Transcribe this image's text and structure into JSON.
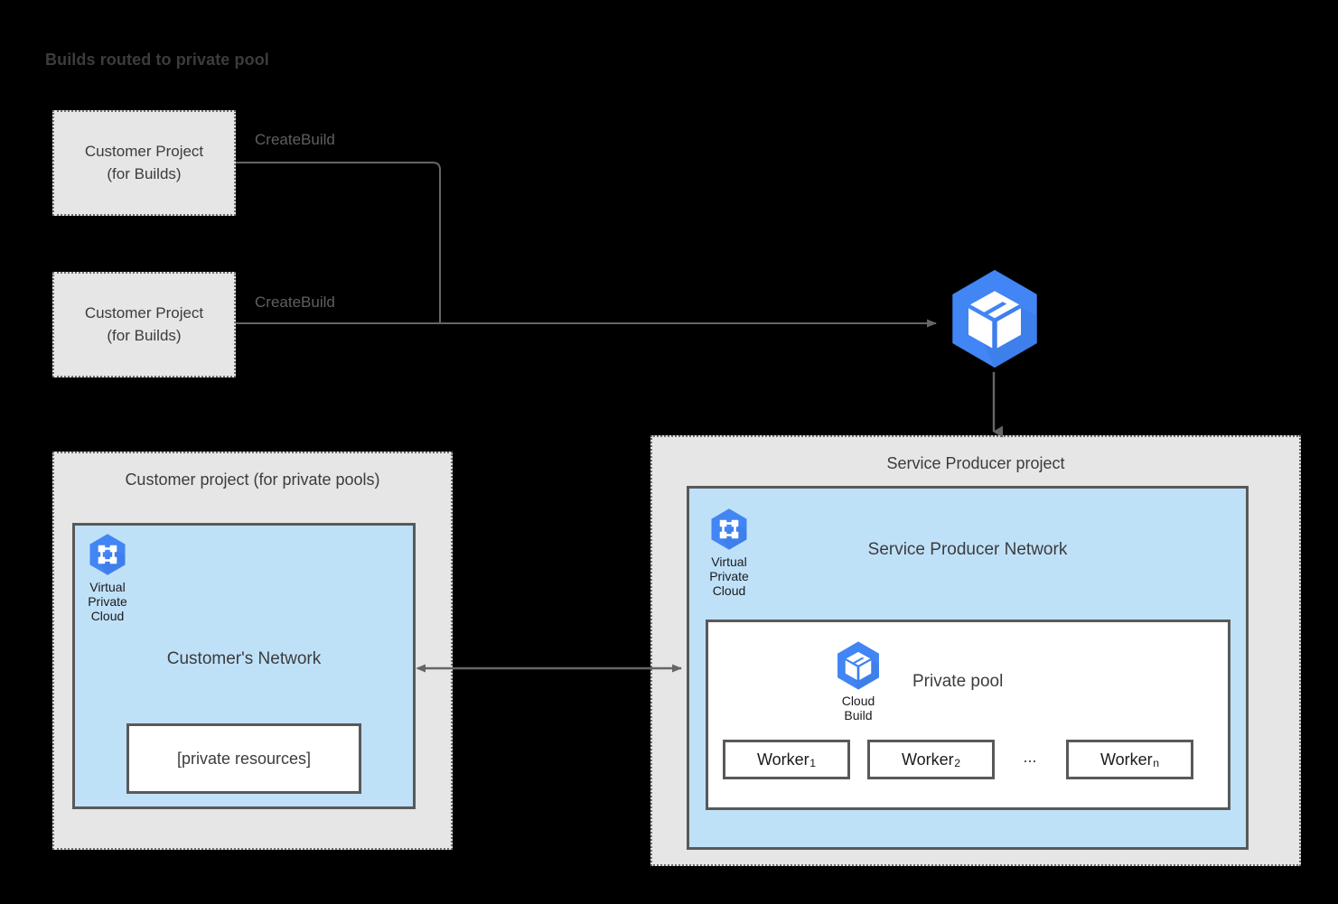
{
  "title": "Builds routed to private pool",
  "colors": {
    "background": "#000000",
    "panel_fill": "#e6e6e6",
    "panel_border": "#6d6d6d",
    "network_fill": "#bfe1f8",
    "network_border": "#595959",
    "gcp_blue": "#4285f4",
    "gcp_blue_dark": "#3d7fe8",
    "text_dark": "#3c3c3c",
    "connector": "#666666"
  },
  "customer_build_projects": [
    {
      "line1": "Customer Project",
      "line2": "(for Builds)",
      "edge_label": "CreateBuild"
    },
    {
      "line1": "Customer Project",
      "line2": "(for Builds)",
      "edge_label": "CreateBuild"
    }
  ],
  "cloud_build_service": {
    "icon": "cloud-build-icon"
  },
  "customer_panel": {
    "title": "Customer project (for private pools)",
    "network_label": "Customer's Network",
    "vpc_icon": "virtual-private-cloud-icon",
    "vpc_caption": "Virtual\nPrivate\nCloud",
    "private_resources_label": "[private resources]"
  },
  "producer_panel": {
    "title": "Service Producer project",
    "network_label": "Service Producer Network",
    "vpc_icon": "virtual-private-cloud-icon",
    "vpc_caption": "Virtual\nPrivate\nCloud",
    "private_pool": {
      "label": "Private pool",
      "icon": "cloud-build-icon",
      "icon_caption": "Cloud\nBuild",
      "workers": [
        {
          "name": "Worker",
          "subscript": "1"
        },
        {
          "name": "Worker",
          "subscript": "2"
        },
        {
          "name": "Worker",
          "subscript": "n"
        }
      ],
      "ellipsis": "..."
    }
  }
}
